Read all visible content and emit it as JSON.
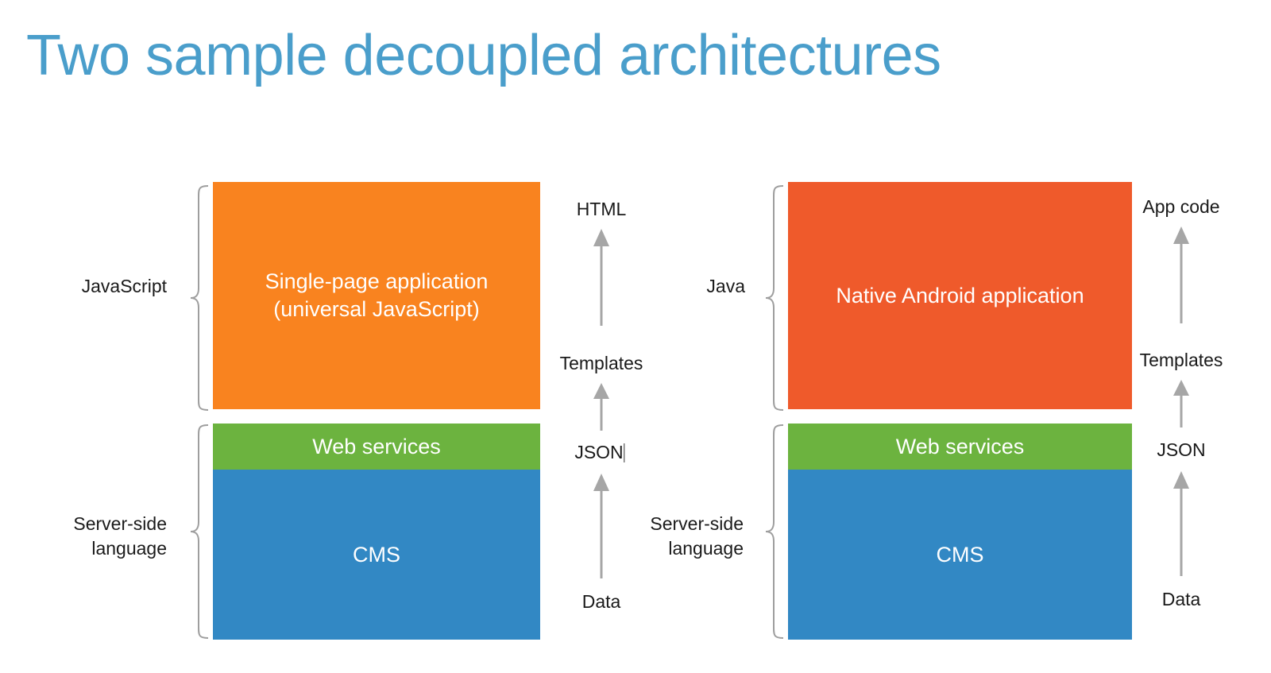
{
  "slide": {
    "title": "Two sample decoupled architectures",
    "title_color": "#4a9ecb",
    "background": "#ffffff"
  },
  "palette": {
    "orange": "#f9831f",
    "red": "#ef5a2b",
    "green": "#6cb33f",
    "blue": "#3288c4",
    "arrow_gray": "#a6a6a6",
    "brace_gray": "#9e9e9e",
    "text_dark": "#1a1a1a"
  },
  "architectures": [
    {
      "id": "spa",
      "side_labels": [
        {
          "text": "JavaScript",
          "for": "presentation-tier"
        },
        {
          "text": "Server-side\nlanguage",
          "for": "backend-tier"
        }
      ],
      "blocks": [
        {
          "id": "spa-app",
          "label": "Single-page application\n(universal JavaScript)",
          "color": "#f9831f"
        },
        {
          "id": "spa-web-services",
          "label": "Web services",
          "color": "#6cb33f"
        },
        {
          "id": "spa-cms",
          "label": "CMS",
          "color": "#3288c4"
        }
      ],
      "flow": {
        "steps": [
          "HTML",
          "Templates",
          "JSON",
          "Data"
        ],
        "cursor_after": "JSON",
        "direction": "upward"
      }
    },
    {
      "id": "android",
      "side_labels": [
        {
          "text": "Java",
          "for": "presentation-tier"
        },
        {
          "text": "Server-side\nlanguage",
          "for": "backend-tier"
        }
      ],
      "blocks": [
        {
          "id": "android-app",
          "label": "Native Android application",
          "color": "#ef5a2b"
        },
        {
          "id": "android-web-services",
          "label": "Web services",
          "color": "#6cb33f"
        },
        {
          "id": "android-cms",
          "label": "CMS",
          "color": "#3288c4"
        }
      ],
      "flow": {
        "steps": [
          "App code",
          "Templates",
          "JSON",
          "Data"
        ],
        "cursor_after": null,
        "direction": "upward"
      }
    }
  ]
}
